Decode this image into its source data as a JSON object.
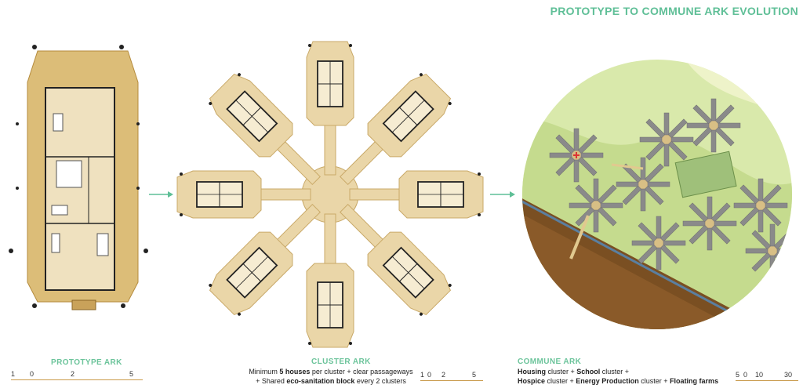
{
  "title": "PROTOTYPE TO COMMUNE ARK EVOLUTION",
  "prototype": {
    "label": "PROTOTYPE ARK",
    "scale_ticks": [
      "1",
      "0",
      "2",
      "5"
    ]
  },
  "cluster": {
    "label": "CLUSTER ARK",
    "desc_line1": {
      "a": "Minimum ",
      "b": "5 houses",
      "c": " per cluster + clear passageways"
    },
    "desc_line2": {
      "a": "+ Shared ",
      "b": "eco-sanitation block",
      "c": " every 2 clusters"
    },
    "scale_ticks": [
      "1",
      "0",
      "2",
      "5"
    ]
  },
  "commune": {
    "label": "COMMUNE ARK",
    "desc_line1": {
      "a": "Housing",
      "b": " cluster  + ",
      "c": "School",
      "d": " cluster +"
    },
    "desc_line2": {
      "a": "Hospice",
      "b": " cluster  + ",
      "c": "Energy Production",
      "d": " cluster + ",
      "e": "Floating farms"
    },
    "scale_ticks": [
      "5",
      "0",
      "10",
      "30"
    ]
  },
  "colors": {
    "accent": "#5fbf97",
    "deck": "#e8cf9c",
    "deck_proto": "#d9b86e",
    "land_light": "#d7e8a8",
    "land_dark": "#b8d17c",
    "river": "#7a4f22"
  }
}
